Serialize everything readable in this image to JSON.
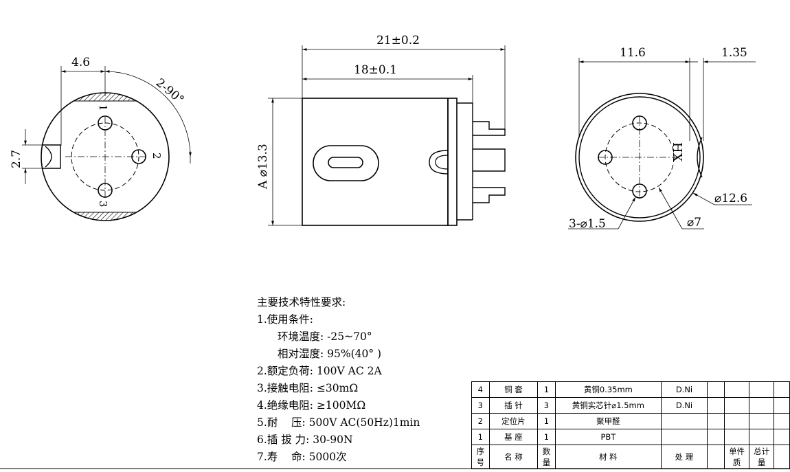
{
  "dims": {
    "d_4_6": "4.6",
    "d_2_90": "2-90°",
    "d_2_7": "2.7",
    "d_21": "21±0.2",
    "d_18": "18±0.1",
    "d_13_3": "A ⌀13.3",
    "d_11_6": "11.6",
    "d_1_35": "1.35",
    "d_12_6": "⌀12.6",
    "d_7": "⌀7",
    "d_pins": "3-⌀1.5"
  },
  "pin_labels": [
    "1",
    "2",
    "3"
  ],
  "marking": "HX",
  "notes": {
    "title": "主要技术特性要求:",
    "lines": [
      "1.使用条件:",
      "环境温度: -25~70°",
      "相对湿度: 95%(40° )",
      "2.额定负荷: 100V AC 2A",
      "3.接触电阻: ≤30mΩ",
      "4.绝缘电阻: ≥100MΩ",
      "5.耐    压: 500V AC(50Hz)1min",
      "6.插 拔 力: 30-90N",
      "7.寿    命: 5000次"
    ]
  },
  "bom": {
    "rows": [
      {
        "no": "4",
        "name": "铜 套",
        "qty": "1",
        "material": "黄铜0.35mm",
        "treatment": "D.Ni"
      },
      {
        "no": "3",
        "name": "插 针",
        "qty": "3",
        "material": "黄铜实芯针⌀1.5mm",
        "treatment": "D.Ni"
      },
      {
        "no": "2",
        "name": "定位片",
        "qty": "1",
        "material": "聚甲醛",
        "treatment": ""
      },
      {
        "no": "1",
        "name": "基 座",
        "qty": "1",
        "material": "PBT",
        "treatment": ""
      }
    ],
    "header": {
      "no_a": "序",
      "no_b": "号",
      "name": "名 称",
      "qty_a": "数",
      "qty_b": "量",
      "material": "材 料",
      "treatment": "处 理",
      "unit_a": "单件",
      "unit_b": "质",
      "total_a": "总计",
      "total_b": "量"
    }
  }
}
